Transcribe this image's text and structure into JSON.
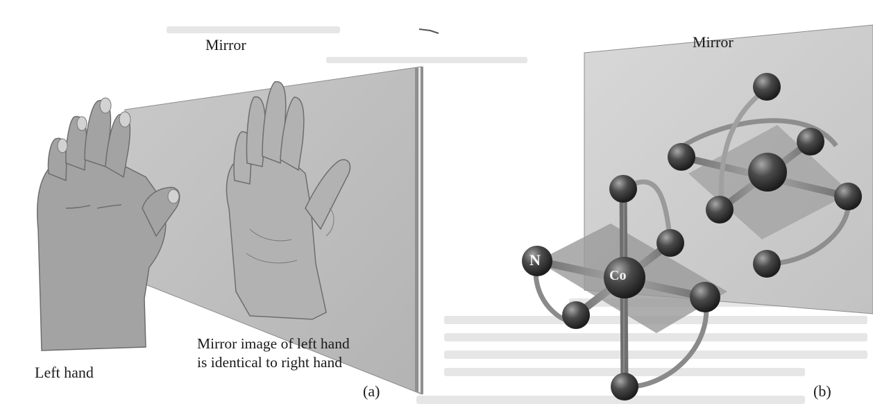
{
  "labels": {
    "mirror_a": "Mirror",
    "mirror_b": "Mirror",
    "left_hand": "Left hand",
    "caption_line1": "Mirror image of left hand",
    "caption_line2": "is identical to right hand",
    "panel_a": "(a)",
    "panel_b": "(b)"
  },
  "atoms": {
    "nitrogen": "N",
    "cobalt": "Co"
  },
  "colors": {
    "mirror_fill": "#bdbdbd",
    "skin": "#a9a9a9",
    "atom": "#3b3b3b",
    "bond": "#8a8a8a",
    "plane": "#9e9e9e"
  }
}
